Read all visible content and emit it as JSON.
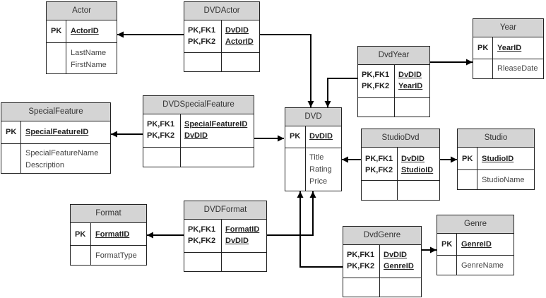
{
  "entities": {
    "actor": {
      "title": "Actor",
      "keys": [
        "PK"
      ],
      "key_fields": [
        "ActorID"
      ],
      "attributes": [
        "LastName",
        "FirstName"
      ]
    },
    "dvd_actor": {
      "title": "DVDActor",
      "keys": [
        "PK,FK1",
        "PK,FK2"
      ],
      "key_fields": [
        "DvDID",
        "ActorID"
      ],
      "attributes": []
    },
    "year": {
      "title": "Year",
      "keys": [
        "PK"
      ],
      "key_fields": [
        "YearID"
      ],
      "attributes": [
        "RleaseDate"
      ]
    },
    "dvd_year": {
      "title": "DvdYear",
      "keys": [
        "PK,FK1",
        "PK,FK2"
      ],
      "key_fields": [
        "DvDID",
        "YearID"
      ],
      "attributes": []
    },
    "special_feature": {
      "title": "SpecialFeature",
      "keys": [
        "PK"
      ],
      "key_fields": [
        "SpecialFeatureID"
      ],
      "attributes": [
        "SpecialFeatureName",
        "Description"
      ]
    },
    "dvd_special_feature": {
      "title": "DVDSpecialFeature",
      "keys": [
        "PK,FK1",
        "PK,FK2"
      ],
      "key_fields": [
        "SpecialFeatureID",
        "DvDID"
      ],
      "attributes": []
    },
    "dvd": {
      "title": "DVD",
      "keys": [
        "PK"
      ],
      "key_fields": [
        "DvDID"
      ],
      "attributes": [
        "Title",
        "Rating",
        "Price"
      ]
    },
    "studio_dvd": {
      "title": "StudioDvd",
      "keys": [
        "PK,FK1",
        "PK,FK2"
      ],
      "key_fields": [
        "DvDID",
        "StudioID"
      ],
      "attributes": []
    },
    "studio": {
      "title": "Studio",
      "keys": [
        "PK"
      ],
      "key_fields": [
        "StudioID"
      ],
      "attributes": [
        "StudioName"
      ]
    },
    "format": {
      "title": "Format",
      "keys": [
        "PK"
      ],
      "key_fields": [
        "FormatID"
      ],
      "attributes": [
        "FormatType"
      ]
    },
    "dvd_format": {
      "title": "DVDFormat",
      "keys": [
        "PK,FK1",
        "PK,FK2"
      ],
      "key_fields": [
        "FormatID",
        "DvDID"
      ],
      "attributes": []
    },
    "genre": {
      "title": "Genre",
      "keys": [
        "PK"
      ],
      "key_fields": [
        "GenreID"
      ],
      "attributes": [
        "GenreName"
      ]
    },
    "dvd_genre": {
      "title": "DvdGenre",
      "keys": [
        "PK,FK1",
        "PK,FK2"
      ],
      "key_fields": [
        "DvDID",
        "GenreID"
      ],
      "attributes": []
    }
  },
  "colors": {
    "header_fill": "#d4d4d4",
    "border": "#222222",
    "line": "#000000"
  }
}
